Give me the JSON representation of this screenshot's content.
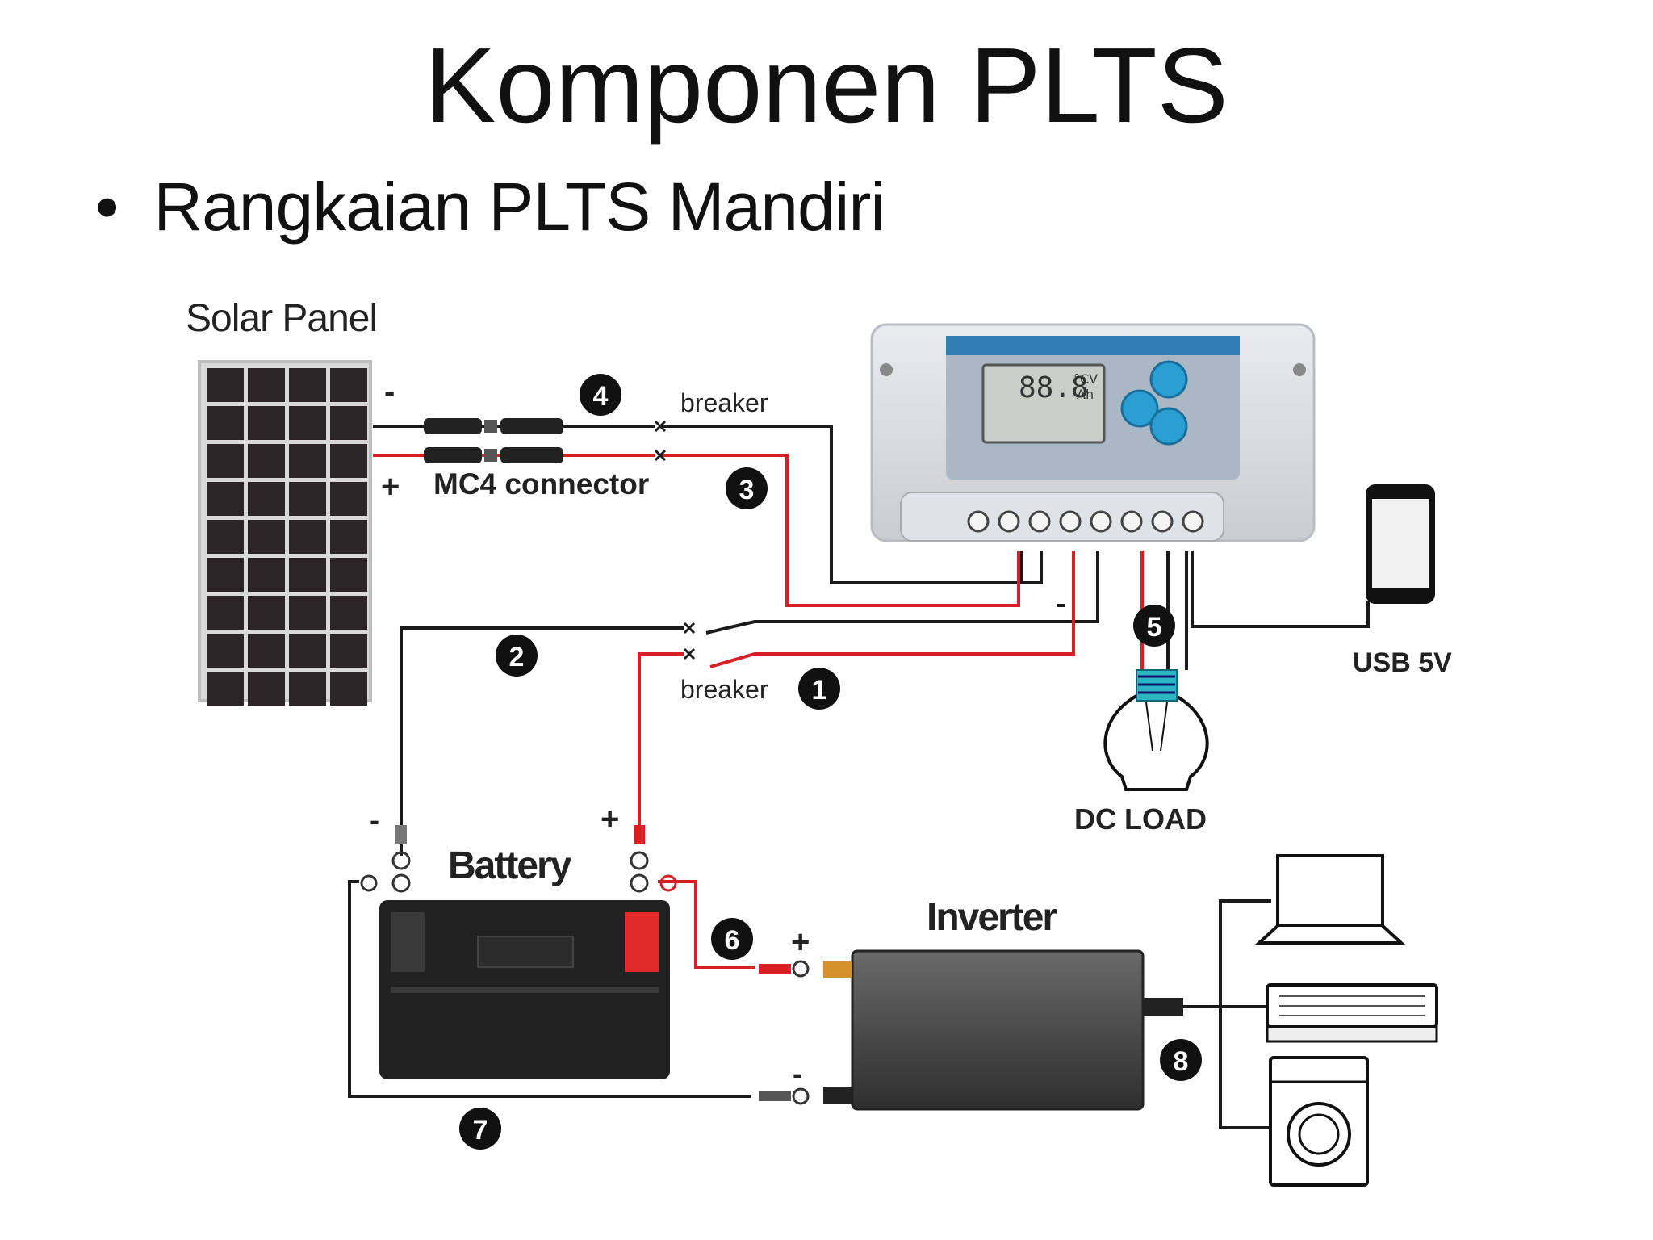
{
  "title": "Komponen PLTS",
  "bullet": {
    "marker": "•",
    "text": "Rangkaian PLTS Mandiri"
  },
  "labels": {
    "solar_panel": "Solar Panel",
    "minus": "-",
    "plus": "+",
    "mc4": "MC4 connector",
    "breaker": "breaker",
    "usb": "USB 5V",
    "dc_load": "DC  LOAD",
    "battery": "Battery",
    "inverter": "Inverter"
  },
  "numbers": [
    "1",
    "2",
    "3",
    "4",
    "5",
    "6",
    "7",
    "8"
  ],
  "lcd": {
    "digits": "88.8",
    "units_top": "°CV",
    "units_bottom": "Ah"
  },
  "colors": {
    "red_wire": "#d81f26",
    "black_wire": "#1a1a1a",
    "panel_cell": "#2b2527",
    "battery_body": "#222222"
  }
}
